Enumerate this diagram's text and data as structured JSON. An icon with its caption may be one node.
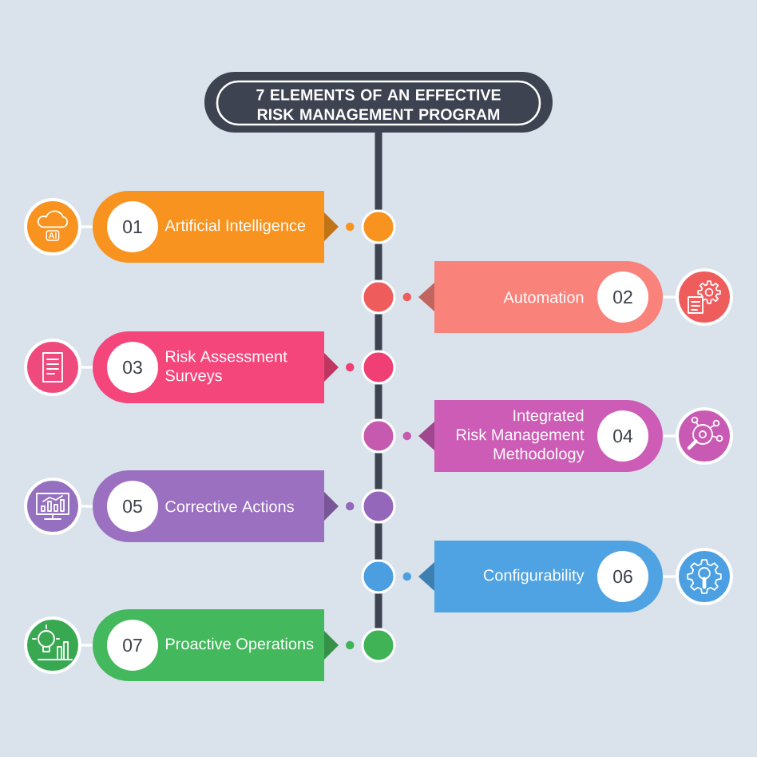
{
  "diagram": {
    "nodes": [
      {
        "text": [
          "7 ELEMENTS OF AN EFFECTIVE RISK MANAGEMENT PROGRAM"
        ]
      },
      {
        "text": [
          "AI"
        ]
      },
      {
        "text": [
          "01",
          "Artificial Intelligence"
        ]
      },
      {
        "text": [],
        "shape": "circle"
      },
      {
        "text": [],
        "shape": "circle"
      },
      {
        "text": [
          "Automation",
          "02"
        ]
      },
      {
        "text": [],
        "shape": "picture"
      },
      {
        "text": [],
        "shape": "picture"
      },
      {
        "text": [
          "03",
          "Risk Assessment Surveys"
        ]
      },
      {
        "text": [],
        "shape": "circle"
      },
      {
        "text": [],
        "shape": "circle"
      },
      {
        "text": [
          "Integrated Risk Management Methodology",
          "04"
        ]
      },
      {
        "text": [],
        "shape": "picture"
      },
      {
        "text": [],
        "shape": "picture"
      },
      {
        "text": [
          "05",
          "Corrective Actions"
        ]
      },
      {
        "text": [],
        "shape": "circle"
      },
      {
        "text": [],
        "shape": "circle"
      },
      {
        "text": [
          "Configurability",
          "06"
        ]
      },
      {
        "text": [],
        "shape": "picture"
      },
      {
        "text": [],
        "shape": "picture"
      },
      {
        "text": [
          "07",
          "Proactive Operations"
        ]
      },
      {
        "text": [],
        "shape": "circle"
      }
    ],
    "edges": [
      {
        "from": 0,
        "to": 3,
        "arrow": "none",
        "style": "thick"
      },
      {
        "from": 3,
        "to": 4,
        "arrow": "none",
        "style": "thick"
      },
      {
        "from": 4,
        "to": 9,
        "arrow": "none",
        "style": "thick"
      },
      {
        "from": 9,
        "to": 10,
        "arrow": "none",
        "style": "thick"
      },
      {
        "from": 10,
        "to": 15,
        "arrow": "none",
        "style": "thick"
      },
      {
        "from": 15,
        "to": 16,
        "arrow": "none",
        "style": "thick"
      },
      {
        "from": 16,
        "to": 21,
        "arrow": "none",
        "style": "thick"
      },
      {
        "from": 1,
        "to": 2,
        "arrow": "none",
        "color": "#ffffff"
      },
      {
        "from": 5,
        "to": 6,
        "arrow": "none",
        "color": "#ffffff"
      },
      {
        "from": 7,
        "to": 8,
        "arrow": "none",
        "color": "#ffffff"
      },
      {
        "from": 11,
        "to": 12,
        "arrow": "none",
        "color": "#ffffff"
      },
      {
        "from": 13,
        "to": 14,
        "arrow": "none",
        "color": "#ffffff"
      },
      {
        "from": 17,
        "to": 18,
        "arrow": "none",
        "color": "#ffffff"
      },
      {
        "from": 19,
        "to": 20,
        "arrow": "none",
        "color": "#ffffff"
      },
      {
        "from": 2,
        "to": 3,
        "arrow": "none",
        "style": "dashed",
        "color": "#f7931e"
      },
      {
        "from": 5,
        "to": 4,
        "arrow": "none",
        "style": "dashed",
        "color": "#ee5c5c"
      },
      {
        "from": 8,
        "to": 9,
        "arrow": "none",
        "style": "dashed",
        "color": "#f03f75"
      },
      {
        "from": 11,
        "to": 10,
        "arrow": "none",
        "style": "dashed",
        "color": "#c55aae"
      },
      {
        "from": 14,
        "to": 15,
        "arrow": "none",
        "style": "dashed",
        "color": "#9567bb"
      },
      {
        "from": 17,
        "to": 16,
        "arrow": "none",
        "style": "dashed",
        "color": "#4b9ee0"
      },
      {
        "from": 20,
        "to": 21,
        "arrow": "none",
        "style": "dashed",
        "color": "#3fb356"
      }
    ]
  }
}
